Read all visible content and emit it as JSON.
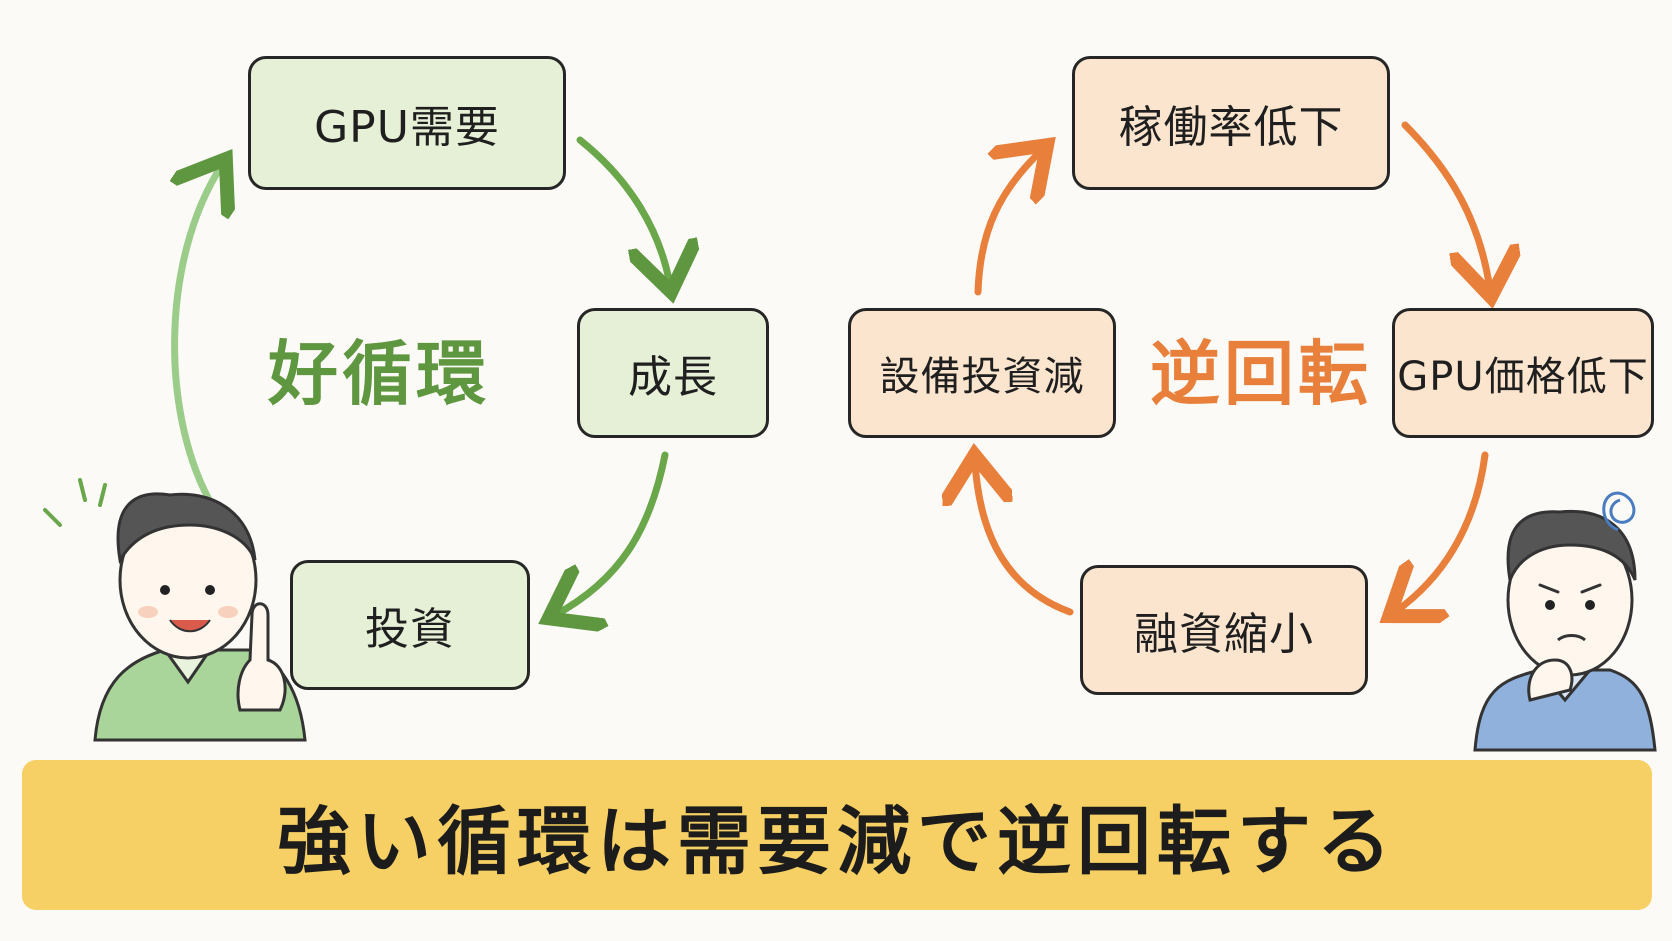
{
  "good_cycle": {
    "title": "好循環",
    "nodes": [
      "GPU需要",
      "成長",
      "投資"
    ]
  },
  "bad_cycle": {
    "title": "逆回転",
    "nodes": [
      "稼働率低下",
      "GPU価格低下",
      "融資縮小",
      "設備投資減"
    ]
  },
  "banner": {
    "text": "強い循環は需要減で逆回転する"
  },
  "colors": {
    "good_accent": "#5f9640",
    "good_fill": "#e6f0d6",
    "bad_accent": "#e87f3a",
    "bad_fill": "#fce5cf",
    "banner": "#f6d064"
  },
  "characters": {
    "left": "happy-man-pointing-icon",
    "right": "worried-man-icon"
  }
}
